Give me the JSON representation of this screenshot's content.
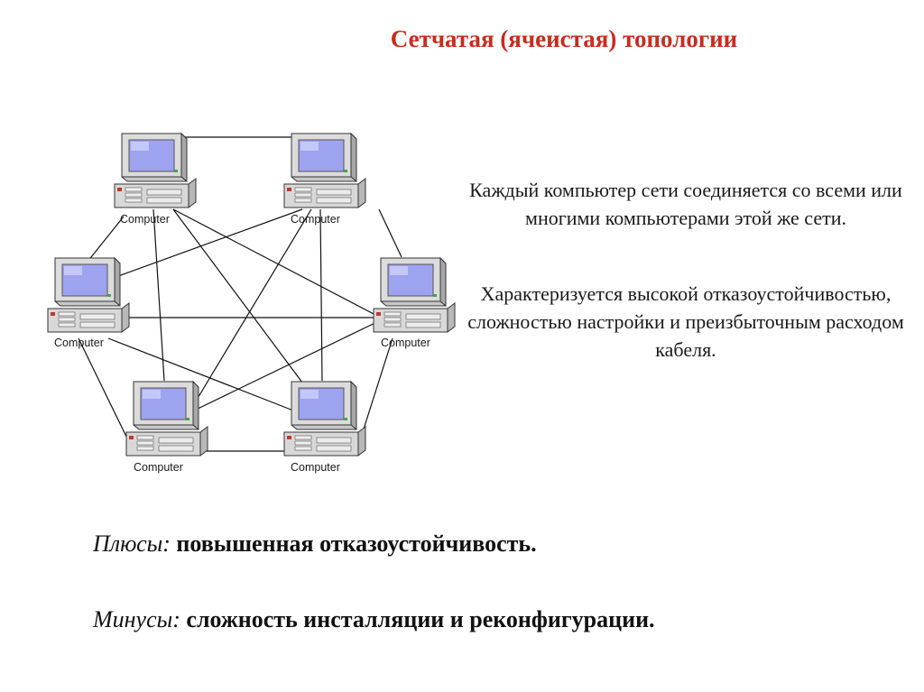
{
  "title": "Сетчатая (ячеистая) топологии",
  "node_label": "Computer",
  "nodes": [
    {
      "id": "top-left",
      "label": "Computer"
    },
    {
      "id": "top-right",
      "label": "Computer"
    },
    {
      "id": "mid-left",
      "label": "Computer"
    },
    {
      "id": "mid-right",
      "label": "Computer"
    },
    {
      "id": "bottom-left",
      "label": "Computer"
    },
    {
      "id": "bottom-right",
      "label": "Computer"
    }
  ],
  "description": {
    "line1": "Каждый компьютер сети соединяется со всеми  или многими компьютерами этой же сети.",
    "line2": "Характеризуется высокой отказоустойчивостью, сложностью настройки и преизбыточным расходом кабеля."
  },
  "pros": {
    "label": "Плюсы:",
    "text": " повышенная отказоустойчивость."
  },
  "cons": {
    "label": "Минусы:",
    "text": " сложность инсталляции и реконфигурации."
  },
  "colors": {
    "title": "#cc2a1e",
    "screen": "#9ea3f0",
    "case": "#d6d6d6"
  }
}
